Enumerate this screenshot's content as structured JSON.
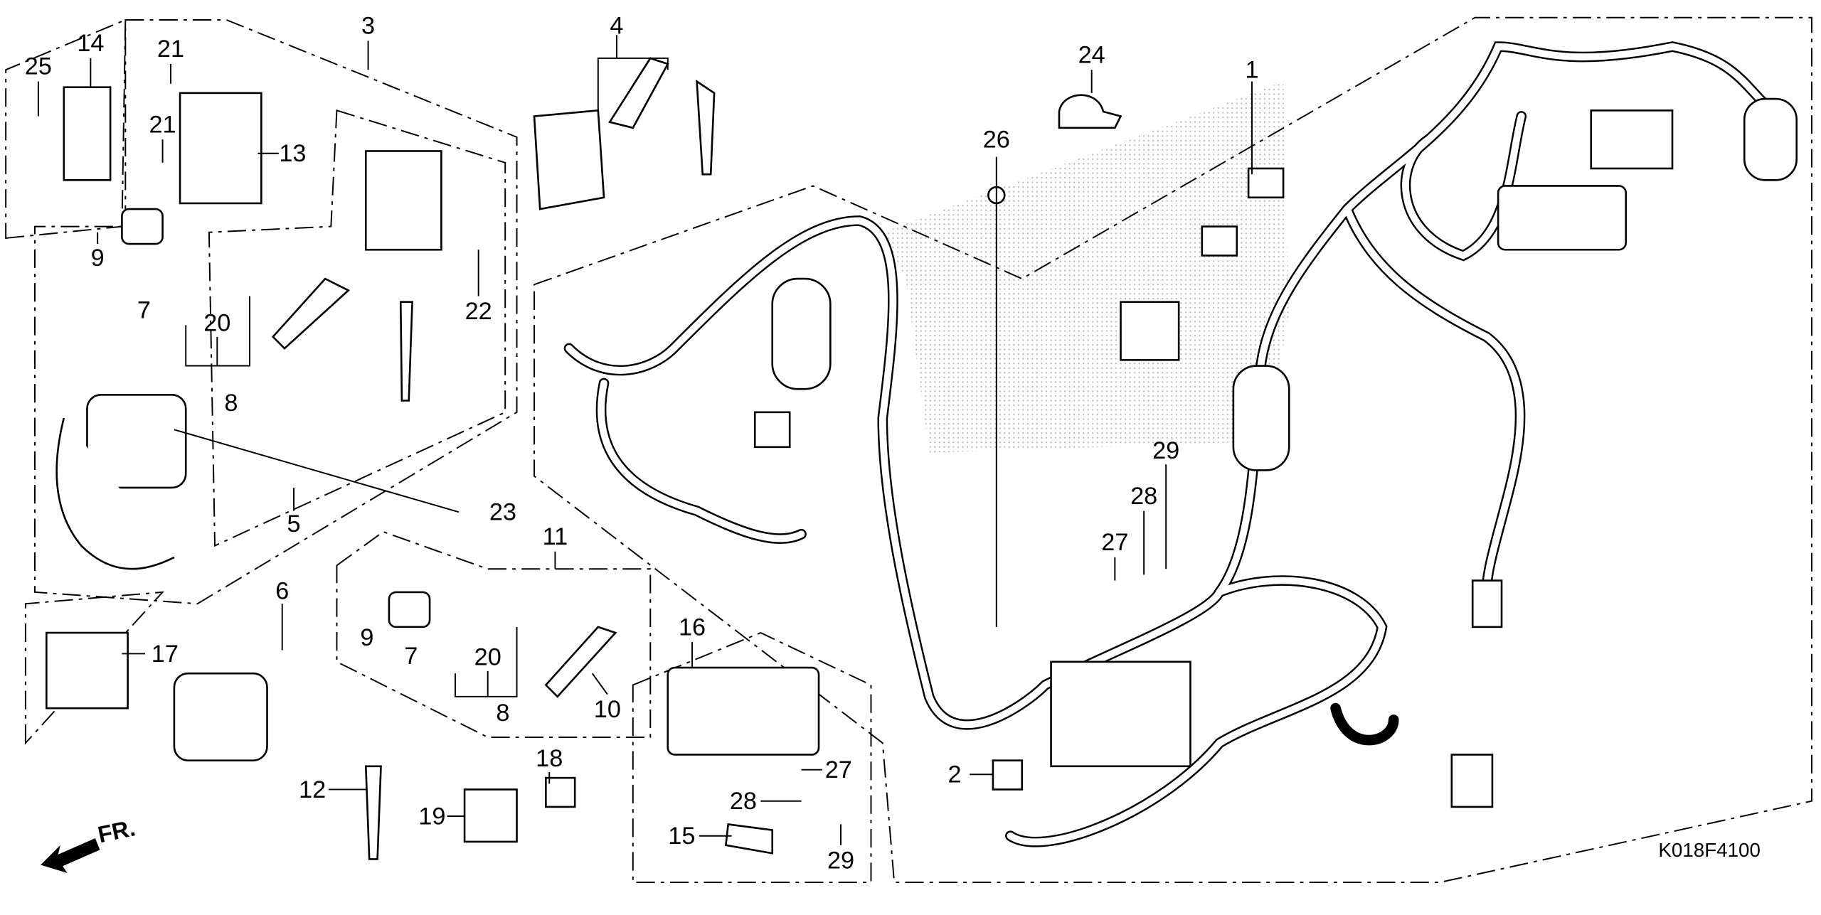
{
  "diagram": {
    "code": "K018F4100",
    "direction_label": "FR.",
    "callouts": [
      {
        "id": "c25",
        "label": "25"
      },
      {
        "id": "c14",
        "label": "14"
      },
      {
        "id": "c21a",
        "label": "21"
      },
      {
        "id": "c21b",
        "label": "21"
      },
      {
        "id": "c13",
        "label": "13"
      },
      {
        "id": "c3",
        "label": "3"
      },
      {
        "id": "c4",
        "label": "4"
      },
      {
        "id": "c24",
        "label": "24"
      },
      {
        "id": "c26",
        "label": "26"
      },
      {
        "id": "c1",
        "label": "1"
      },
      {
        "id": "c9a",
        "label": "9"
      },
      {
        "id": "c7a",
        "label": "7"
      },
      {
        "id": "c20a",
        "label": "20"
      },
      {
        "id": "c8a",
        "label": "8"
      },
      {
        "id": "c22",
        "label": "22"
      },
      {
        "id": "c5",
        "label": "5"
      },
      {
        "id": "c23",
        "label": "23"
      },
      {
        "id": "c11",
        "label": "11"
      },
      {
        "id": "c6",
        "label": "6"
      },
      {
        "id": "c17",
        "label": "17"
      },
      {
        "id": "c9b",
        "label": "9"
      },
      {
        "id": "c7b",
        "label": "7"
      },
      {
        "id": "c20b",
        "label": "20"
      },
      {
        "id": "c8b",
        "label": "8"
      },
      {
        "id": "c10",
        "label": "10"
      },
      {
        "id": "c16",
        "label": "16"
      },
      {
        "id": "c29a",
        "label": "29"
      },
      {
        "id": "c28a",
        "label": "28"
      },
      {
        "id": "c27a",
        "label": "27"
      },
      {
        "id": "c2",
        "label": "2"
      },
      {
        "id": "c18",
        "label": "18"
      },
      {
        "id": "c19",
        "label": "19"
      },
      {
        "id": "c12",
        "label": "12"
      },
      {
        "id": "c27b",
        "label": "27"
      },
      {
        "id": "c28b",
        "label": "28"
      },
      {
        "id": "c15",
        "label": "15"
      },
      {
        "id": "c29b",
        "label": "29"
      }
    ]
  }
}
